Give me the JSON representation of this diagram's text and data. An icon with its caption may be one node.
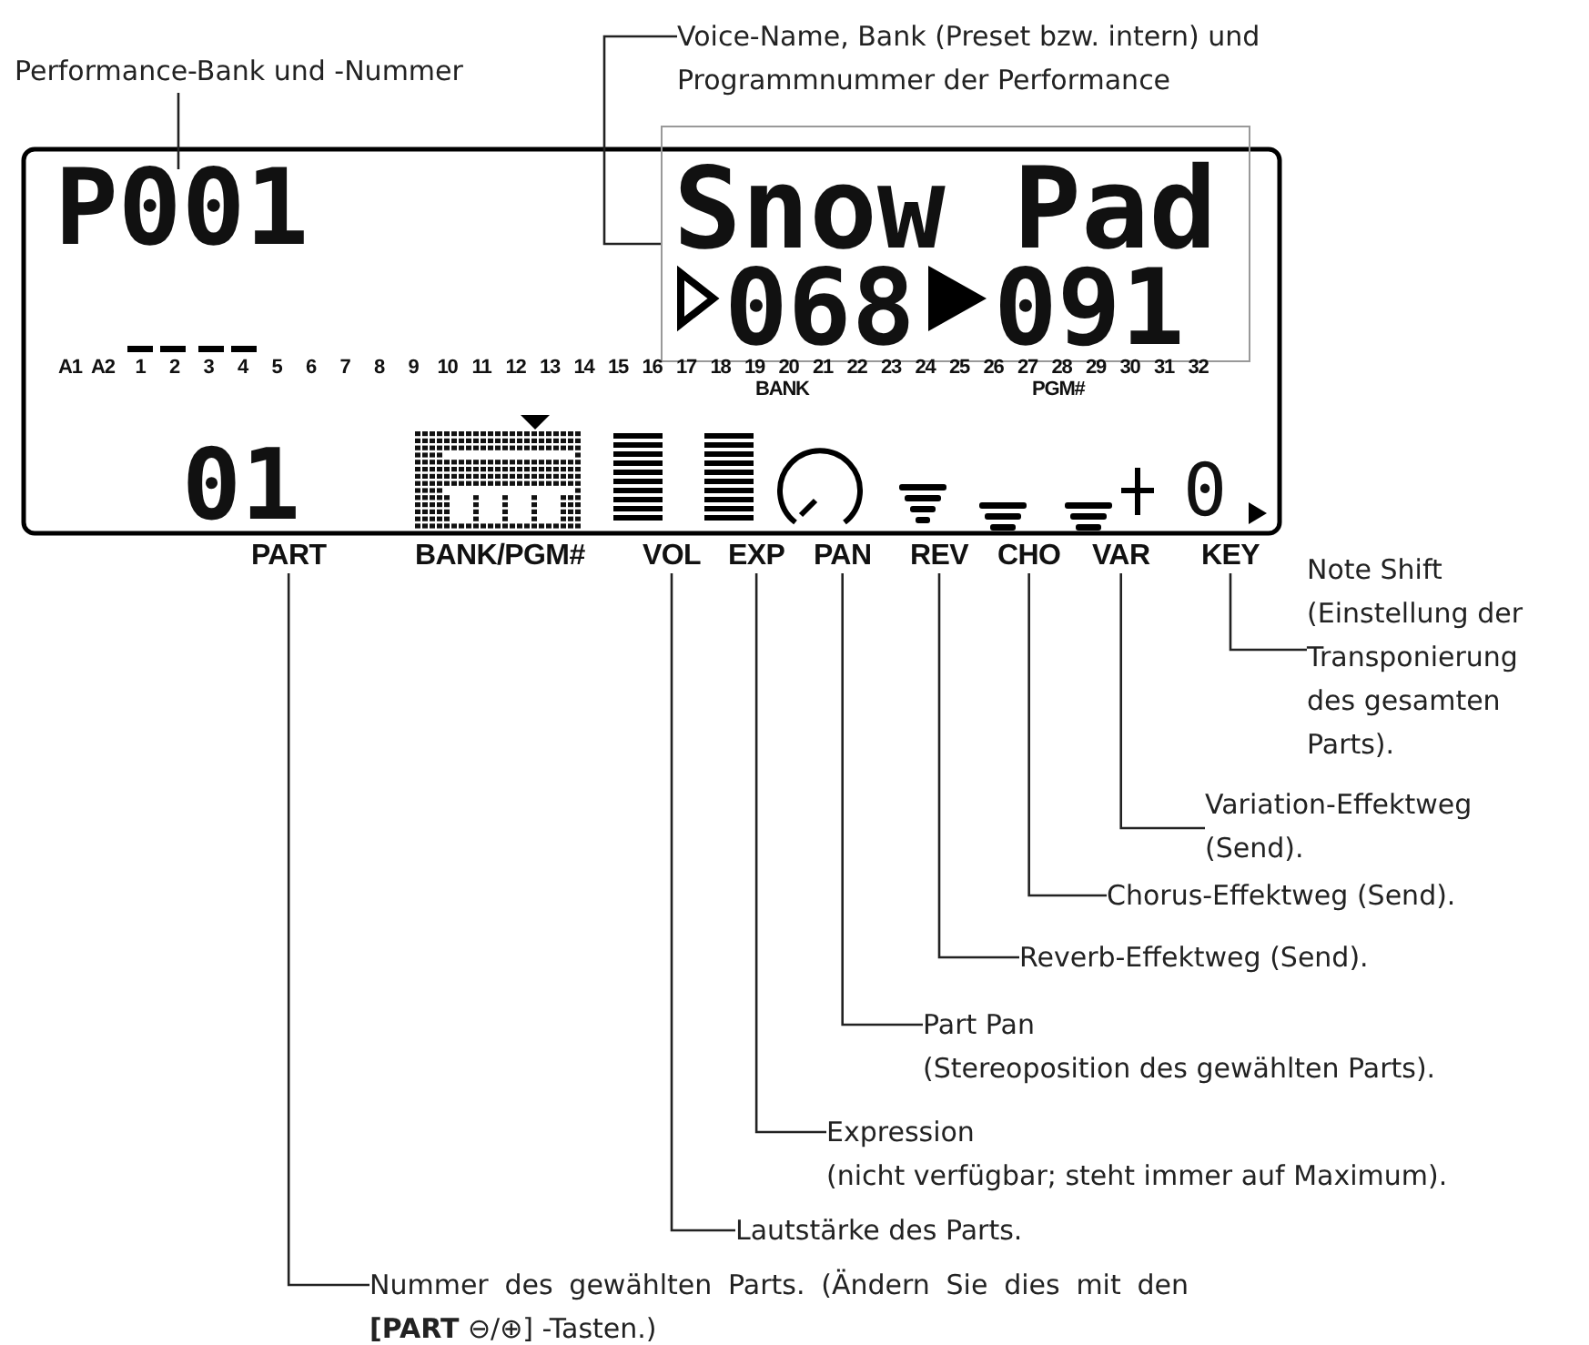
{
  "diagram": {
    "nodes": [
      {
        "text": [
          "Performance-Bank und -Nummer"
        ]
      },
      {
        "text": [
          "Voice-Name, Bank (Preset bzw. intern) und Programmnummer der Performance"
        ]
      },
      {
        "text": [
          "P001"
        ]
      },
      {
        "text": [
          "Snow Pad",
          "068",
          "091"
        ]
      },
      {
        "text": [
          "PART"
        ]
      },
      {
        "text": [
          "VOL"
        ]
      },
      {
        "text": [
          "EXP"
        ]
      },
      {
        "text": [
          "PAN"
        ]
      },
      {
        "text": [
          "REV"
        ]
      },
      {
        "text": [
          "CHO"
        ]
      },
      {
        "text": [
          "VAR"
        ]
      },
      {
        "text": [
          "KEY"
        ]
      },
      {
        "text": [
          "Note Shift",
          "(Einstellung der Transponierung des gesamten Parts)."
        ]
      },
      {
        "text": [
          "Variation-Effektweg (Send)."
        ]
      },
      {
        "text": [
          "Chorus-Effektweg (Send)."
        ]
      },
      {
        "text": [
          "Reverb-Effektweg (Send)."
        ]
      },
      {
        "text": [
          "Part Pan",
          "(Stereoposition des gewählten Parts)."
        ]
      },
      {
        "text": [
          "Expression",
          "(nicht verfügbar; steht immer auf Maximum)."
        ]
      },
      {
        "text": [
          "Lautstärke des Parts."
        ]
      },
      {
        "text": [
          "Nummer des gewählten Parts. (Ändern Sie dies mit den **[PART** ⊖/⊕] -Tasten.)"
        ]
      }
    ],
    "edges": [
      {
        "from": 0,
        "to": 2,
        "arrow": "none"
      },
      {
        "from": 1,
        "to": 3,
        "arrow": "none"
      },
      {
        "from": 19,
        "to": 4,
        "arrow": "none"
      },
      {
        "from": 18,
        "to": 5,
        "arrow": "none"
      },
      {
        "from": 17,
        "to": 6,
        "arrow": "none"
      },
      {
        "from": 16,
        "to": 7,
        "arrow": "none"
      },
      {
        "from": 15,
        "to": 8,
        "arrow": "none"
      },
      {
        "from": 14,
        "to": 9,
        "arrow": "none"
      },
      {
        "from": 13,
        "to": 10,
        "arrow": "none"
      },
      {
        "from": 12,
        "to": 11,
        "arrow": "none"
      }
    ],
    "labels": [
      "A1",
      "A2",
      "1",
      "2",
      "3",
      "4",
      "5",
      "6",
      "7",
      "8",
      "9",
      "10",
      "11",
      "12",
      "13",
      "14",
      "15",
      "16",
      "17",
      "18",
      "19",
      "20",
      "21",
      "22",
      "23",
      "24",
      "25",
      "26",
      "27",
      "28",
      "29",
      "30",
      "31",
      "32",
      "BANK",
      "PGM#",
      "01",
      "0",
      "BANK/PGM#"
    ]
  }
}
